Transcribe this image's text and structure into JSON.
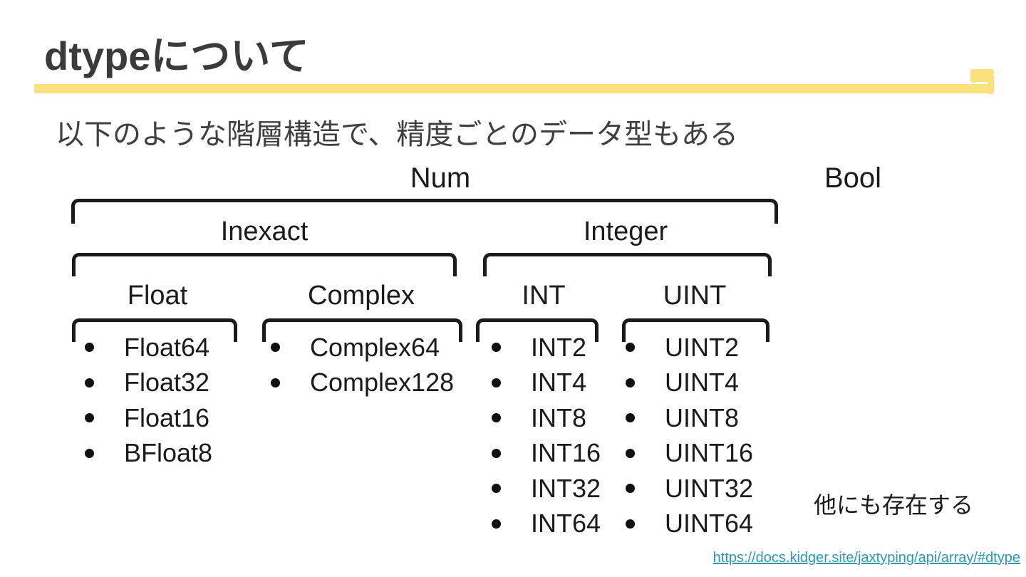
{
  "slide": {
    "title": "dtypeについて",
    "subtitle": "以下のような階層構造で、精度ごとのデータ型もある",
    "note": "他にも存在する",
    "link_text": "https://docs.kidger.site/jaxtyping/api/array/#dtype",
    "link_href": "https://docs.kidger.site/jaxtyping/api/array/#dtype"
  },
  "colors": {
    "accent_yellow": "#FAE17D",
    "title_text": "#3B3B3B",
    "diagram_text": "#1B1B1B",
    "link_teal": "#2B9AAE"
  },
  "hierarchy": {
    "root": "Num",
    "standalone": "Bool",
    "branches": [
      {
        "label": "Inexact"
      },
      {
        "label": "Integer"
      }
    ],
    "groups": [
      {
        "label": "Float",
        "items": [
          "Float64",
          "Float32",
          "Float16",
          "BFloat8"
        ]
      },
      {
        "label": "Complex",
        "items": [
          "Complex64",
          "Complex128"
        ]
      },
      {
        "label": "INT",
        "items": [
          "INT2",
          "INT4",
          "INT8",
          "INT16",
          "INT32",
          "INT64"
        ]
      },
      {
        "label": "UINT",
        "items": [
          "UINT2",
          "UINT4",
          "UINT8",
          "UINT16",
          "UINT32",
          "UINT64"
        ]
      }
    ]
  }
}
